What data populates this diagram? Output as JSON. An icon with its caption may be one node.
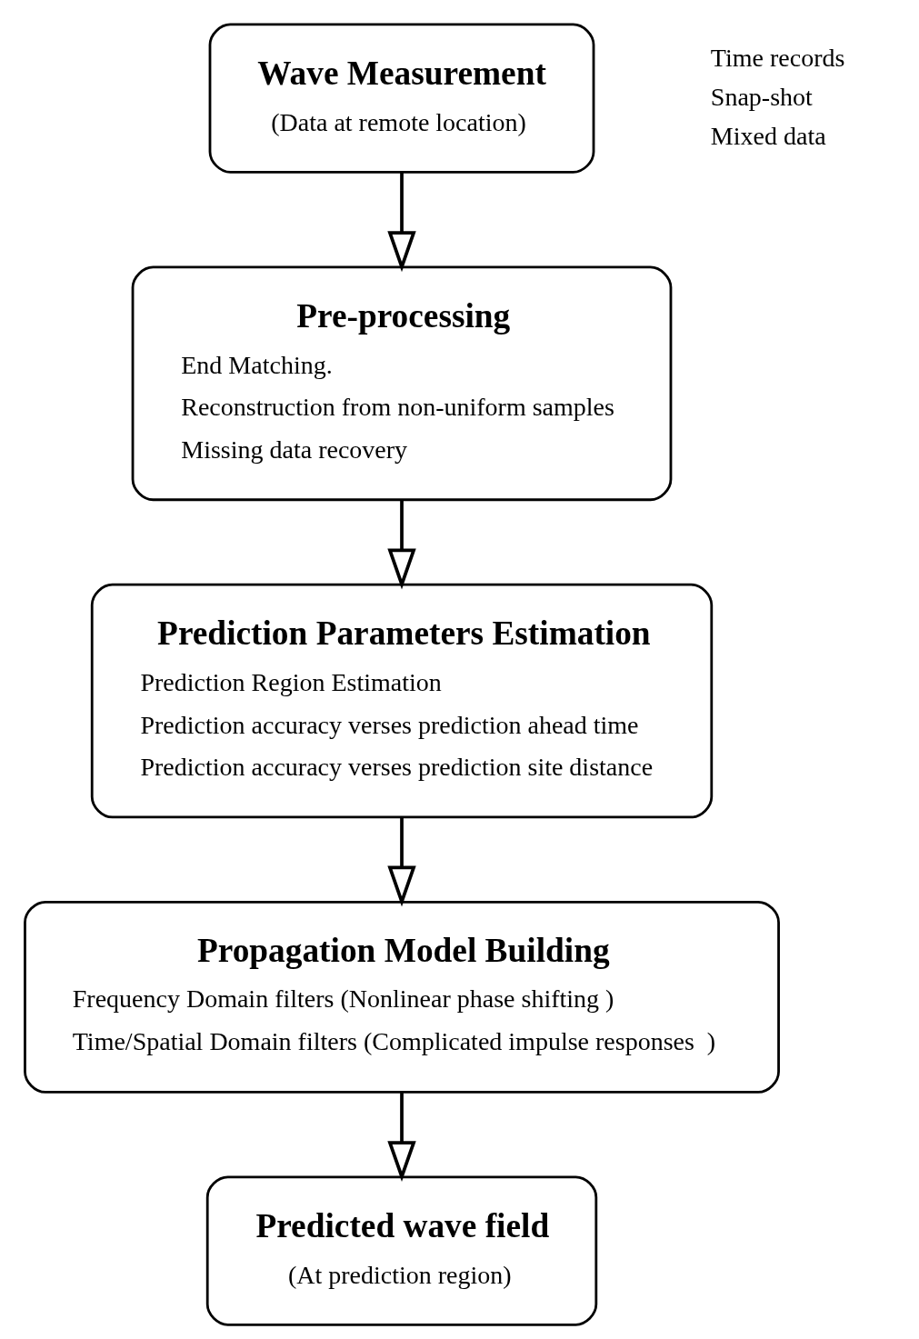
{
  "diagram": {
    "nodes": [
      {
        "text": [
          "Wave Measurement",
          "(Data at remote location)"
        ]
      },
      {
        "text": [
          "Pre-processing",
          "End Matching.",
          "Reconstruction from non-uniform samples",
          "Missing data recovery"
        ]
      },
      {
        "text": [
          "Prediction Parameters Estimation",
          "Prediction Region Estimation",
          "Prediction accuracy verses prediction ahead time",
          "Prediction accuracy verses prediction site distance"
        ]
      },
      {
        "text": [
          "Propagation Model Building",
          "Frequency Domain filters (Nonlinear phase shifting )",
          "Time/Spatial Domain filters (Complicated impulse responses  )"
        ]
      },
      {
        "text": [
          "Predicted wave field",
          "(At prediction region)"
        ]
      }
    ],
    "edges": [
      {
        "from": 0,
        "to": 1,
        "arrow": "to"
      },
      {
        "from": 1,
        "to": 2,
        "arrow": "to"
      },
      {
        "from": 2,
        "to": 3,
        "arrow": "to"
      },
      {
        "from": 3,
        "to": 4,
        "arrow": "to"
      }
    ],
    "labels": [
      "Time records",
      "Snap-shot",
      "Mixed data"
    ]
  }
}
